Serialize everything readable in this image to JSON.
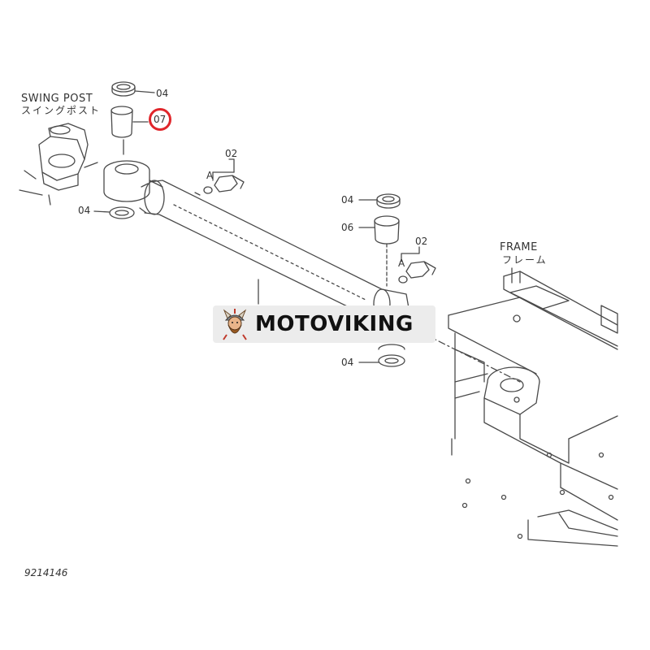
{
  "labels": {
    "swing_post": "SWING POST",
    "swing_post_jp": "スイングポスト",
    "frame": "FRAME",
    "frame_jp": "フレーム",
    "part_04_top": "04",
    "part_07": "07",
    "part_04_lower_left": "04",
    "part_02_left": "02",
    "ref_a_left": "A",
    "part_04_right_top": "04",
    "part_06": "06",
    "part_02_right": "02",
    "ref_a_right": "A",
    "part_04_right_bottom": "04"
  },
  "figure_id": "9214146",
  "watermark": {
    "text": "MOTOVIKING"
  },
  "highlight": {
    "part": "07",
    "color": "#e0262b"
  },
  "colors": {
    "line": "#4a4a4a",
    "background": "#ffffff",
    "watermark_bg": "#ececec"
  }
}
